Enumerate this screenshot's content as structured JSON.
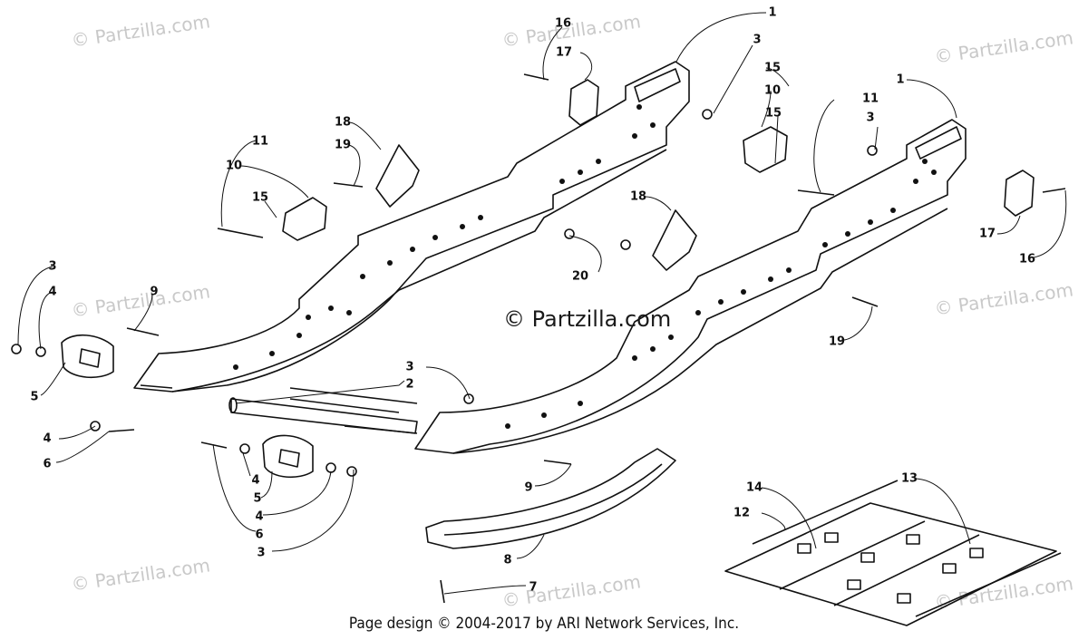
{
  "watermark": "© Partzilla.com",
  "center_watermark": "© Partzilla.com",
  "footer": "Page design © 2004-2017 by ARI Network Services, Inc.",
  "callouts": [
    "1",
    "1",
    "2",
    "3",
    "3",
    "3",
    "3",
    "3",
    "4",
    "4",
    "4",
    "4",
    "5",
    "5",
    "6",
    "6",
    "7",
    "8",
    "9",
    "9",
    "10",
    "10",
    "11",
    "11",
    "12",
    "13",
    "14",
    "15",
    "15",
    "15",
    "16",
    "16",
    "17",
    "17",
    "18",
    "18",
    "19",
    "19",
    "20"
  ]
}
